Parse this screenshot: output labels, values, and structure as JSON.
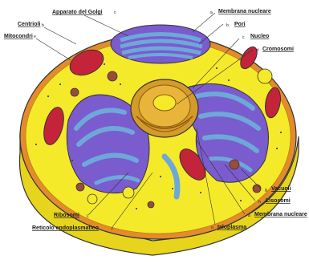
{
  "labels": {
    "apparato_golgi": "Apparato del Golgi",
    "apparato_golgi_letter": "c",
    "centrioli": "Centrioli",
    "centrioli_letter": "b",
    "mitocondri": "Mitocondri",
    "mitocondri_letter": "e",
    "membrana_nucleare_top": "Membrana nucleare",
    "membrana_nucleare_top_letter": "a",
    "pori": "Pori",
    "pori_letter": "b",
    "nucleo": "Nucleo",
    "nucleo_letter": "c",
    "cromosomi": "Cromosomi",
    "cromosomi_letter": "d",
    "vacuoli": "Vacuoli",
    "vacuoli_letter": "g",
    "lisosomi": "Lisosomi",
    "lisosomi_letter": "h",
    "membrana_nucleare_bottom": "Membrana nucleare",
    "membrana_nucleare_bottom_letter": "a",
    "ialoplasma": "Ialoplasma",
    "ialoplasma_letter": "o",
    "ribosomi": "Ribosomi",
    "ribosomi_letter": "L",
    "reticolo": "Reticolo endoplasmatico",
    "reticolo_letter": "f"
  },
  "colors": {
    "cytoplasm": "#f5ea2a",
    "cytoplasm_dark": "#e8cf1a",
    "membrane": "#e48b2c",
    "er_purple": "#7a5ccf",
    "er_blue": "#6ea8d8",
    "mitochondria": "#c4243a",
    "nucleus": "#d49a2a",
    "lysosome": "#9b4b3a",
    "label_text": "#1a1a1a"
  }
}
